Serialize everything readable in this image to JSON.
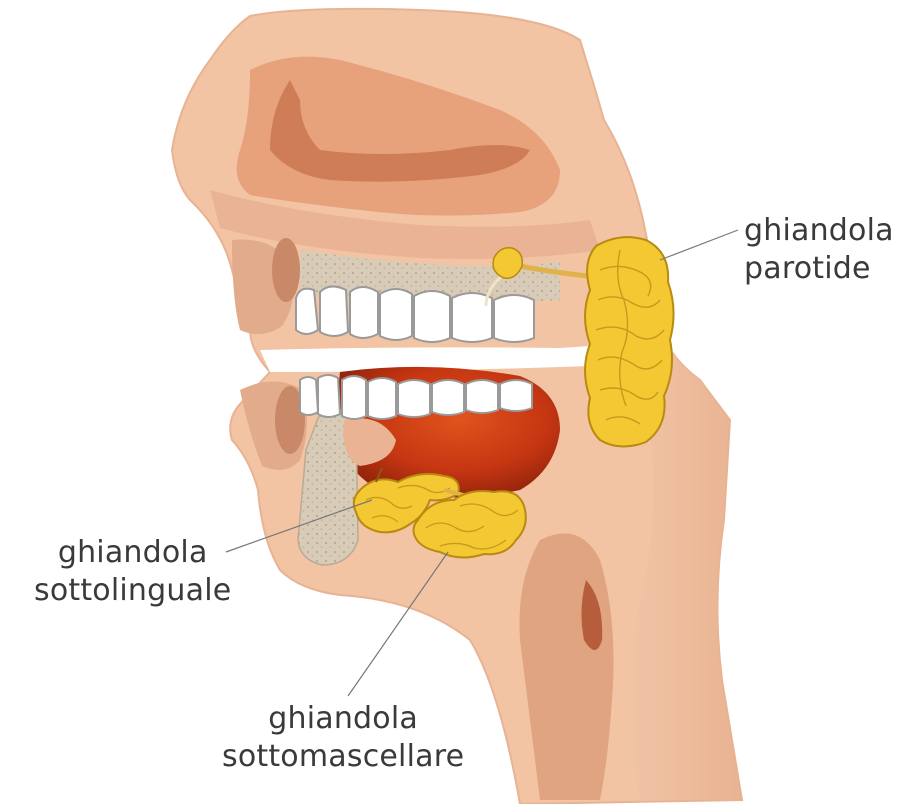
{
  "labels": {
    "parotide": {
      "line1": "ghiandola",
      "line2": "parotide"
    },
    "sottolinguale": {
      "line1": "ghiandola",
      "line2": "sottolinguale"
    },
    "sottomascellare": {
      "line1": "ghiandola",
      "line2": "sottomascellare"
    }
  },
  "colors": {
    "skin": "#f2c4a4",
    "skin_dark": "#dca080",
    "nasal_cavity": "#d2845f",
    "mouth_inside": "#c83a16",
    "gland": "#f4c832",
    "gland_outline": "#b88a10",
    "teeth": "#ffffff",
    "bone": "#cfc3b0",
    "pointer_line": "#777777"
  }
}
